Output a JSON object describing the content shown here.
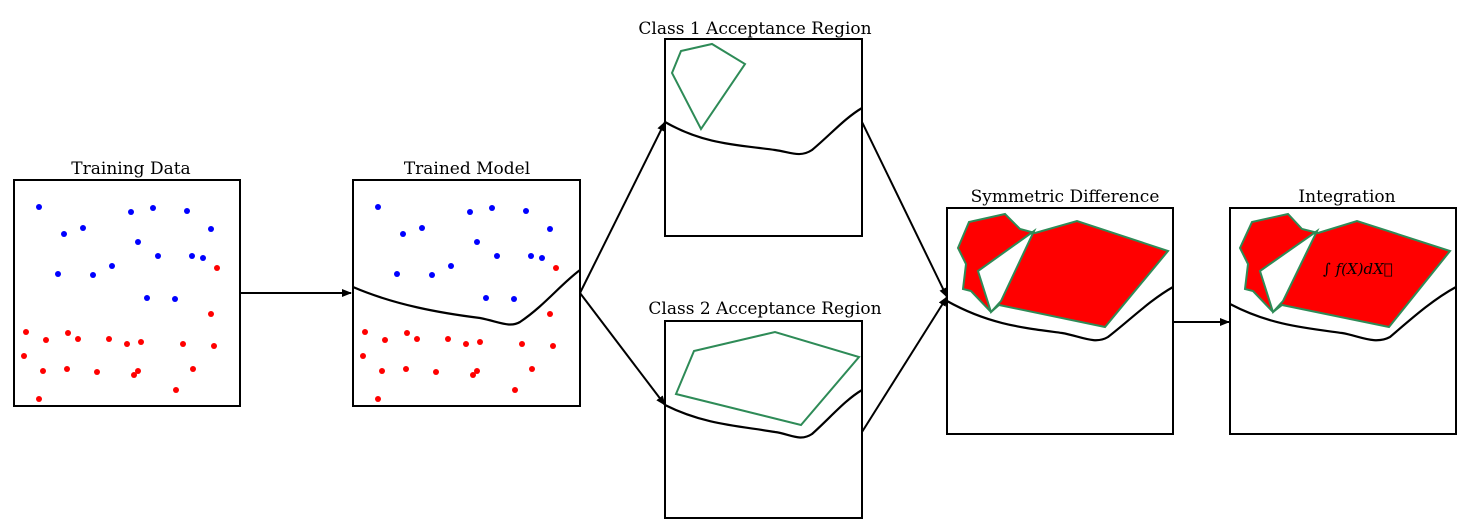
{
  "panels": {
    "training_data": {
      "title": "Training Data"
    },
    "trained_model": {
      "title": "Trained Model"
    },
    "class1_region": {
      "title": "Class 1 Acceptance Region"
    },
    "class2_region": {
      "title": "Class 2 Acceptance Region"
    },
    "symmetric_difference": {
      "title": "Symmetric Difference"
    },
    "integration": {
      "title": "Integration",
      "formula": "∫ f(X)dX⃗"
    }
  },
  "colors": {
    "class_blue": "#0000ff",
    "class_red": "#ff0000",
    "region_outline": "#2e8b57",
    "difference_fill": "#ff0000"
  }
}
